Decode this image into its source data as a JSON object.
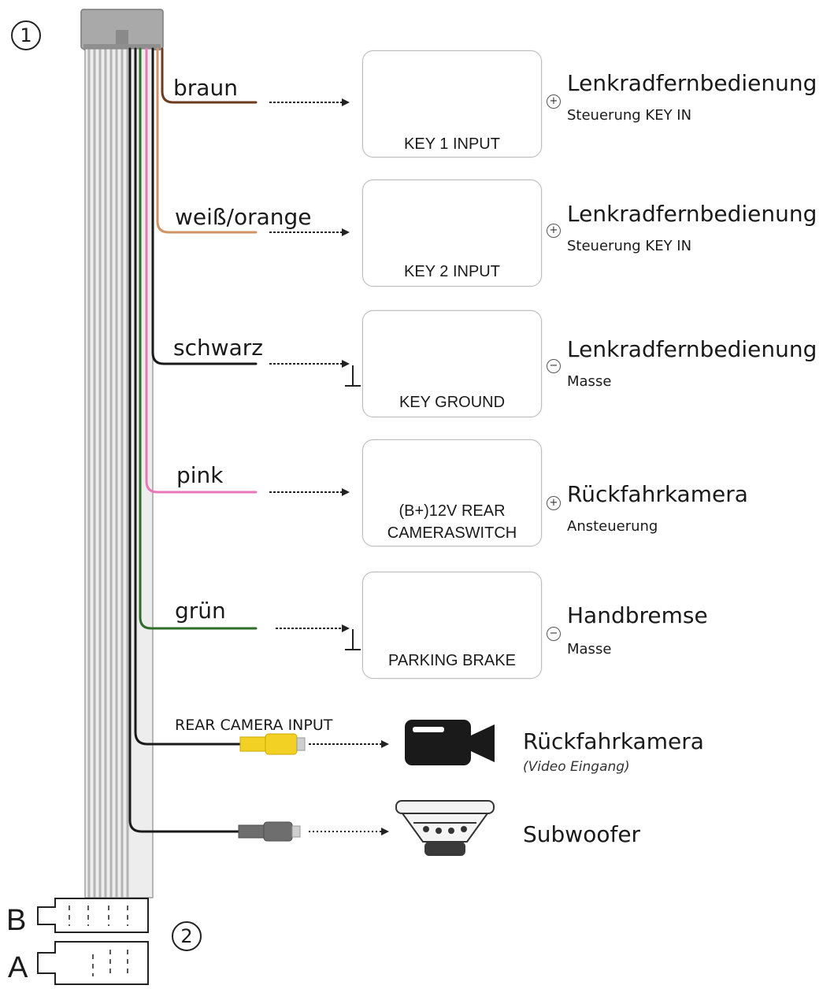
{
  "markers": {
    "top": "1",
    "bottom": "2",
    "connector_b": "B",
    "connector_a": "A"
  },
  "wires": [
    {
      "label": "braun",
      "color": "#6b3a1f"
    },
    {
      "label": "weiß/orange",
      "color": "#d09366"
    },
    {
      "label": "schwarz",
      "color": "#1a1a1a"
    },
    {
      "label": "pink",
      "color": "#e879b8"
    },
    {
      "label": "grün",
      "color": "#2f6e2a"
    }
  ],
  "boxes": [
    {
      "caption": "KEY 1 INPUT",
      "icon": "steering-wheel-icon",
      "polarity": "+",
      "title": "Lenkradfernbedienung",
      "subtitle": "Steuerung  KEY IN"
    },
    {
      "caption": "KEY 2  INPUT",
      "icon": "steering-wheel-icon",
      "polarity": "+",
      "title": "Lenkradfernbedienung",
      "subtitle": "Steuerung  KEY IN"
    },
    {
      "caption": "KEY GROUND",
      "icon": "steering-wheel-icon",
      "polarity": "−",
      "title": "Lenkradfernbedienung",
      "subtitle": "Masse"
    },
    {
      "caption_line1": "(B+)12V REAR",
      "caption_line2": "CAMERASWITCH",
      "icon": "video-camera-icon",
      "polarity": "+",
      "title": "Rückfahrkamera",
      "subtitle": "Ansteuerung"
    },
    {
      "caption": "PARKING BRAKE",
      "icon": "parking-brake-icon",
      "polarity": "−",
      "title": "Handbremse",
      "subtitle": "Masse"
    }
  ],
  "rear_camera": {
    "wire_label": "REAR CAMERA INPUT",
    "title": "Rückfahrkamera",
    "subtitle": "(Video Eingang)",
    "plug_color": "#f2d024"
  },
  "subwoofer": {
    "title": "Subwoofer",
    "plug_color": "#6e6e6e"
  }
}
